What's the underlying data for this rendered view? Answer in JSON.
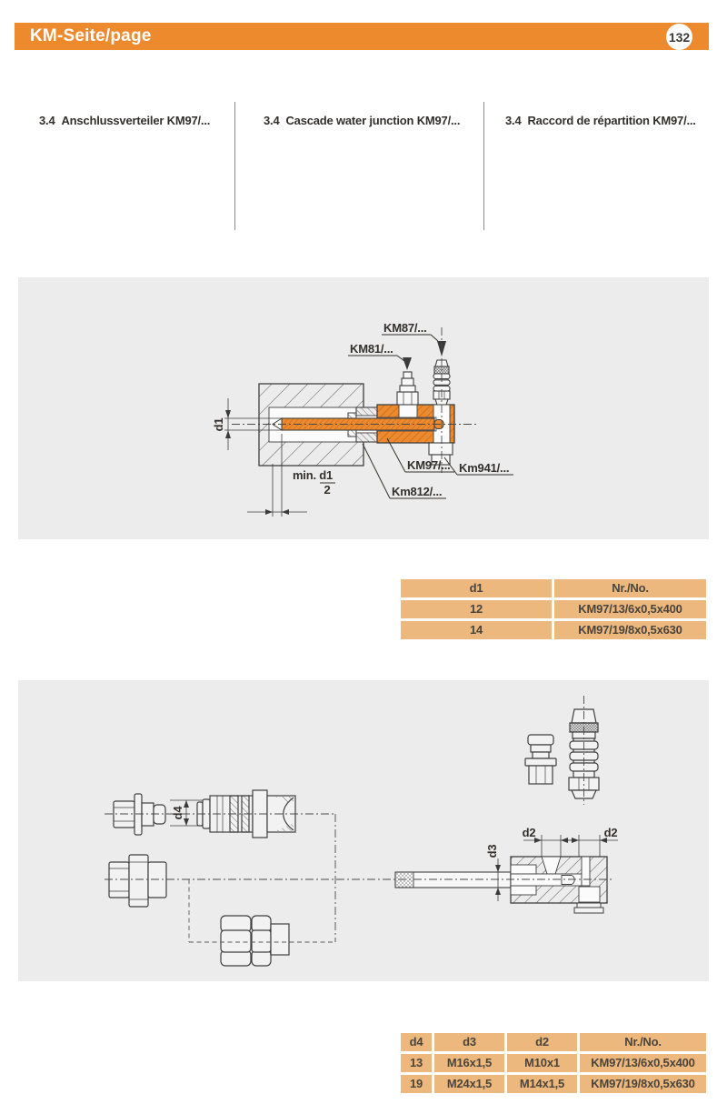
{
  "header": {
    "title": "KM-Seite/page",
    "page_number": "132"
  },
  "sections": [
    {
      "number": "3.4",
      "title": "Anschlussverteiler KM97/..."
    },
    {
      "number": "3.4",
      "title": "Cascade water junction KM97/..."
    },
    {
      "number": "3.4",
      "title": "Raccord de répartition KM97/..."
    }
  ],
  "diagram1": {
    "labels": {
      "km87": "KM87/...",
      "km81": "KM81/...",
      "km97": "KM97/...",
      "km941": "Km941/...",
      "km812": "Km812/...",
      "d1": "d1",
      "min_d1": "min. d1",
      "min_d1_denominator": "2"
    }
  },
  "table1": {
    "headers": [
      "d1",
      "Nr./No."
    ],
    "rows": [
      [
        "12",
        "KM97/13/6x0,5x400"
      ],
      [
        "14",
        "KM97/19/8x0,5x630"
      ]
    ]
  },
  "diagram2": {
    "labels": {
      "d4": "d4",
      "d3": "d3",
      "d2_left": "d2",
      "d2_right": "d2"
    }
  },
  "table2": {
    "headers": [
      "d4",
      "d3",
      "d2",
      "Nr./No."
    ],
    "rows": [
      [
        "13",
        "M16x1,5",
        "M10x1",
        "KM97/13/6x0,5x400"
      ],
      [
        "19",
        "M24x1,5",
        "M14x1,5",
        "KM97/19/8x0,5x630"
      ]
    ]
  },
  "colors": {
    "accent_orange": "#ee8a2e",
    "table_fill": "#ecb87e",
    "panel_gray": "#ececec"
  }
}
